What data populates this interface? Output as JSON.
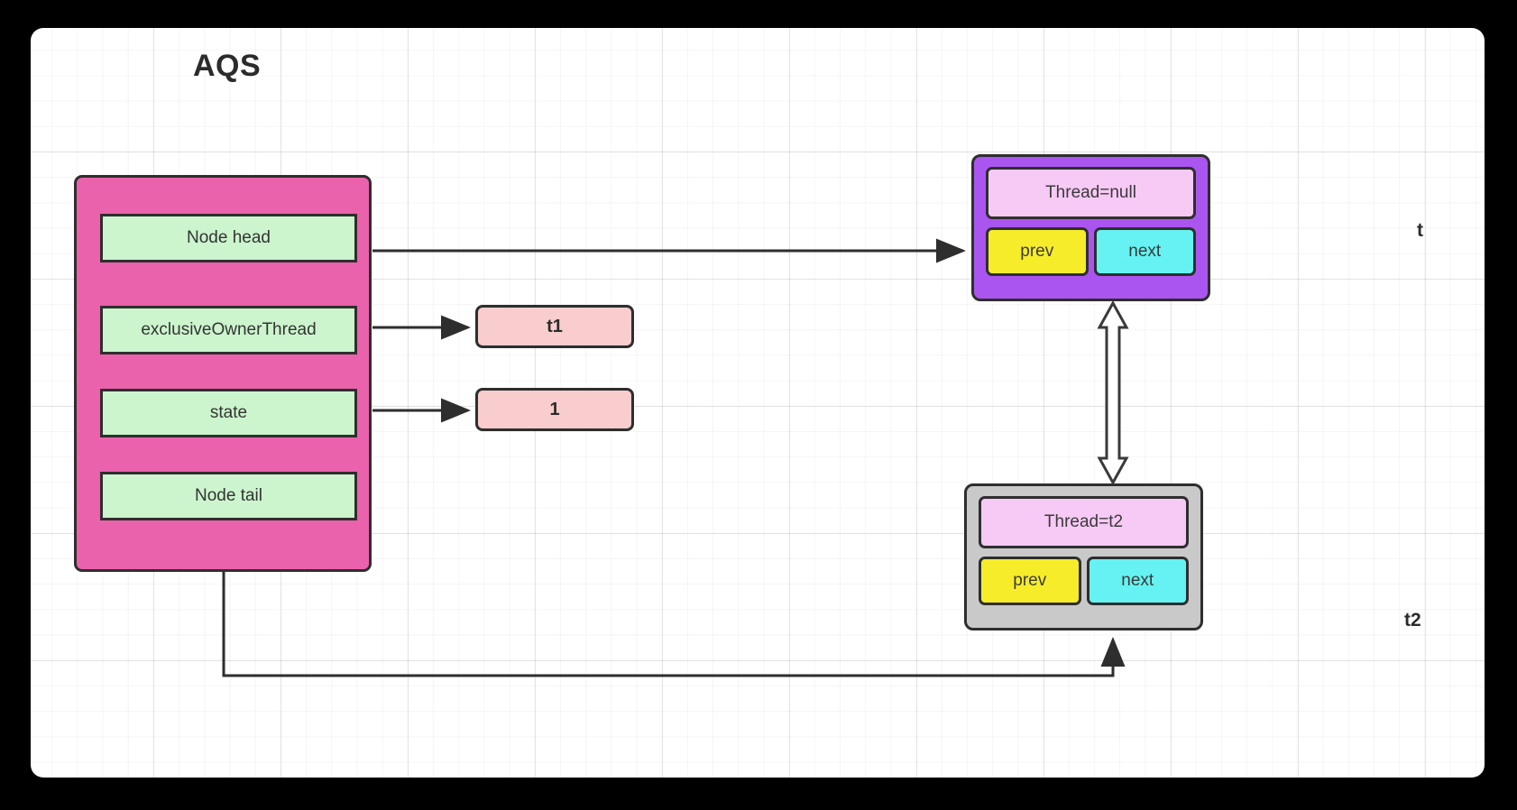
{
  "diagram": {
    "title": "AQS",
    "aqs": {
      "fields": [
        {
          "id": "head",
          "label": "Node head"
        },
        {
          "id": "owner",
          "label": "exclusiveOwnerThread"
        },
        {
          "id": "state",
          "label": "state"
        },
        {
          "id": "tail",
          "label": "Node tail"
        }
      ]
    },
    "values": [
      {
        "id": "owner-value",
        "label": "t1"
      },
      {
        "id": "state-value",
        "label": "1"
      }
    ],
    "nodes": [
      {
        "id": "head-node",
        "thread": "Thread=null",
        "prev": "prev",
        "next": "next",
        "side_label": "t",
        "fill": "#ab55f0"
      },
      {
        "id": "t2-node",
        "thread": "Thread=t2",
        "prev": "prev",
        "next": "next",
        "side_label": "t2",
        "fill": "#c9c9c9"
      }
    ],
    "colors": {
      "canvas": "#ffffff",
      "page_background": "#000000",
      "aqs_container": "#ea62ab",
      "field": "#ccf5cd",
      "value_pill": "#f9cdcd",
      "head_node": "#ab55f0",
      "t2_node": "#c9c9c9",
      "thread_row": "#f7c9f5",
      "prev": "#f7ec29",
      "next": "#66f2f2",
      "stroke": "#2e2e2e"
    },
    "connectors": [
      {
        "id": "head-to-node",
        "from": "Node head",
        "to": "head-node",
        "style": "solid-arrow"
      },
      {
        "id": "owner-to-t1",
        "from": "exclusiveOwnerThread",
        "to": "t1",
        "style": "solid-arrow"
      },
      {
        "id": "state-to-1",
        "from": "state",
        "to": "1",
        "style": "solid-arrow"
      },
      {
        "id": "tail-to-t2-node",
        "from": "Node tail",
        "to": "t2-node",
        "style": "solid-arrow"
      },
      {
        "id": "head-node-to-t2-node",
        "from": "head-node",
        "to": "t2-node",
        "style": "hollow-double-arrow"
      }
    ]
  }
}
